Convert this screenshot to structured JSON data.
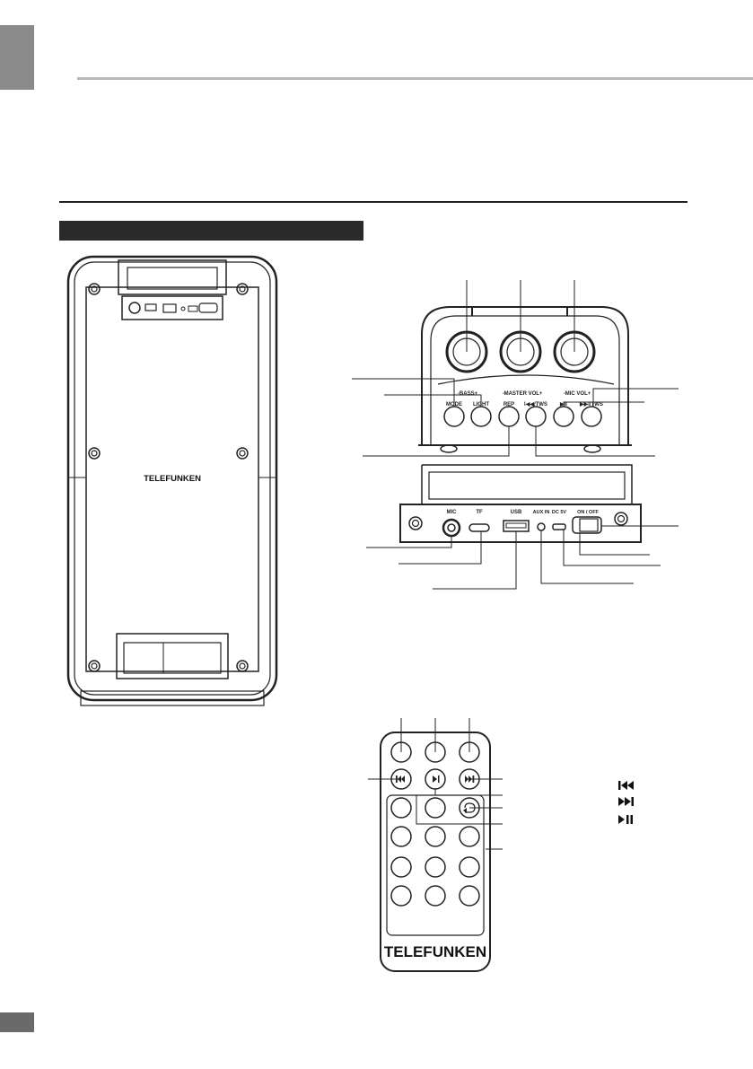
{
  "speaker_front": {
    "brand": "TELEFUNKEN"
  },
  "top_panel": {
    "labels": {
      "bass": "-BASS+",
      "master_vol": "-MASTER VOL+",
      "mic_vol": "-MIC VOL+",
      "mode": "MODE",
      "light": "LIGHT",
      "rep": "REP",
      "prev_tws": "I◀◀/TWS",
      "play_pause": "▶II",
      "next_tws": "▶▶I/TWS"
    }
  },
  "rear_panel": {
    "labels": {
      "mic": "MIC",
      "tf": "TF",
      "usb": "USB",
      "aux_in": "AUX IN",
      "dc": "DC 5V",
      "power": "ON / OFF"
    }
  },
  "remote": {
    "brand": "TELEFUNKEN"
  },
  "legend": {
    "icons": [
      "previous-track-icon",
      "next-track-icon",
      "play-pause-icon"
    ]
  }
}
